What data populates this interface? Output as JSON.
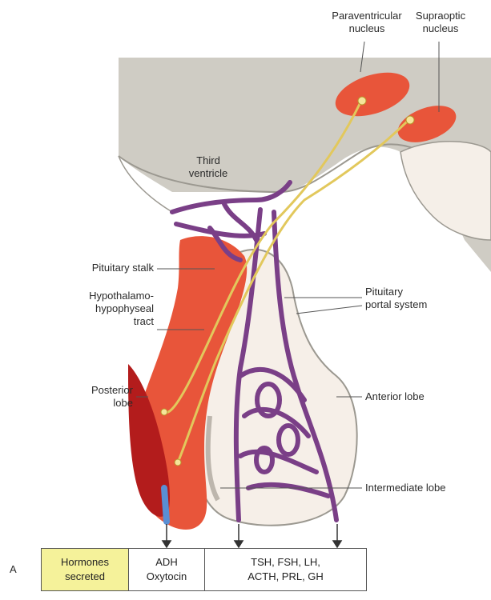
{
  "labels": {
    "paraventricular": "Paraventricular\nnucleus",
    "supraoptic": "Supraoptic\nnucleus",
    "third_ventricle": "Third\nventricle",
    "pituitary_stalk": "Pituitary stalk",
    "tract": "Hypothalamo-\nhypophyseal\ntract",
    "portal": "Pituitary\nportal system",
    "posterior": "Posterior\nlobe",
    "anterior": "Anterior lobe",
    "intermediate": "Intermediate lobe"
  },
  "table": {
    "panel_letter": "A",
    "header": "Hormones\nsecreted",
    "posterior_hormones": "ADH\nOxytocin",
    "anterior_hormones": "TSH, FSH, LH,\nACTH, PRL, GH"
  },
  "colors": {
    "brain_tissue": "#cfccc4",
    "nucleus": "#e8553a",
    "portal_vessels": "#7a3f87",
    "posterior_lobe": "#b31c1c",
    "anterior_lobe": "#f6efe8",
    "axon": "#e2c85c",
    "header_highlight": "#f5f29a",
    "vein": "#5a8fd4"
  }
}
